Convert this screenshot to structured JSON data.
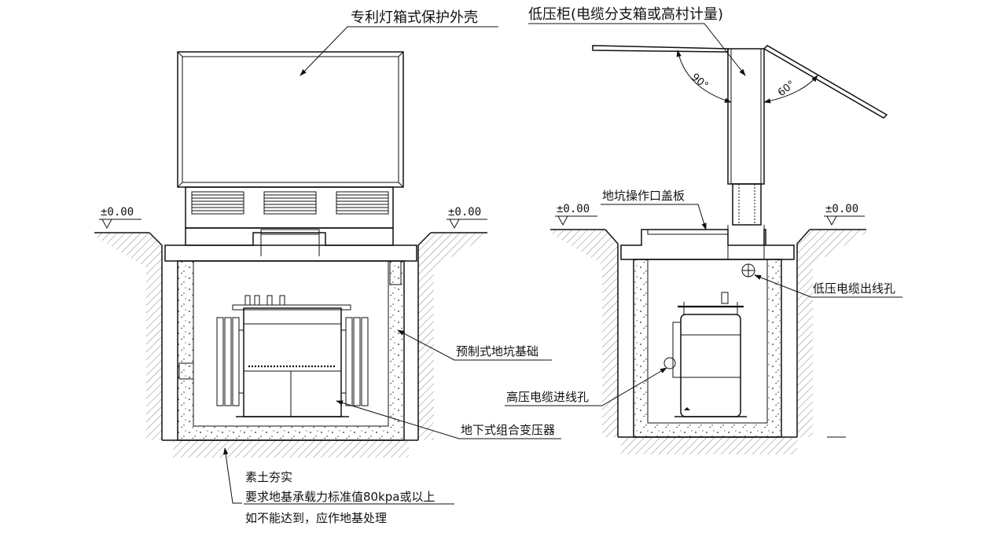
{
  "left": {
    "enclosure_label": "专利灯箱式保护外壳",
    "foundation_label": "预制式地坑基础",
    "transformer_label": "地下式组合变压器",
    "soil_note": [
      "素土夯实",
      "要求地基承载力标准值80kpa或以上",
      "如不能达到，应作地基处理"
    ],
    "level_left": "±0.00",
    "level_right": "±0.00"
  },
  "right": {
    "cabinet_label": "低压柜(电缆分支箱或高村计量)",
    "cover_label": "地坑操作口盖板",
    "lv_hole_label": "低压电缆出线孔",
    "hv_hole_label": "高压电缆进线孔",
    "angle_left": "90°",
    "angle_right": "60°",
    "level_left": "±0.00",
    "level_right": "±0.00"
  }
}
